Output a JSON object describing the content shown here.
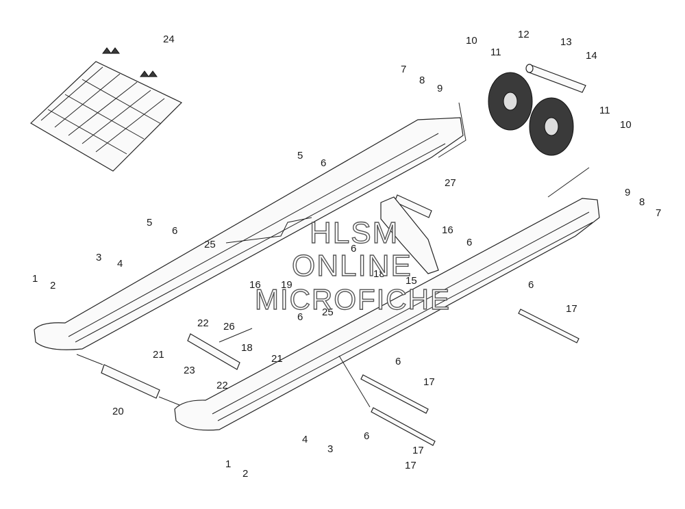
{
  "watermark": {
    "line1": "HLSM",
    "line2": "ONLINE",
    "line3": "MICROFICHE"
  },
  "callouts": [
    "1",
    "2",
    "3",
    "4",
    "5",
    "6",
    "7",
    "8",
    "9",
    "10",
    "11",
    "12",
    "13",
    "14",
    "15",
    "16",
    "17",
    "18",
    "19",
    "20",
    "21",
    "22",
    "23",
    "24",
    "25",
    "26",
    "27"
  ]
}
